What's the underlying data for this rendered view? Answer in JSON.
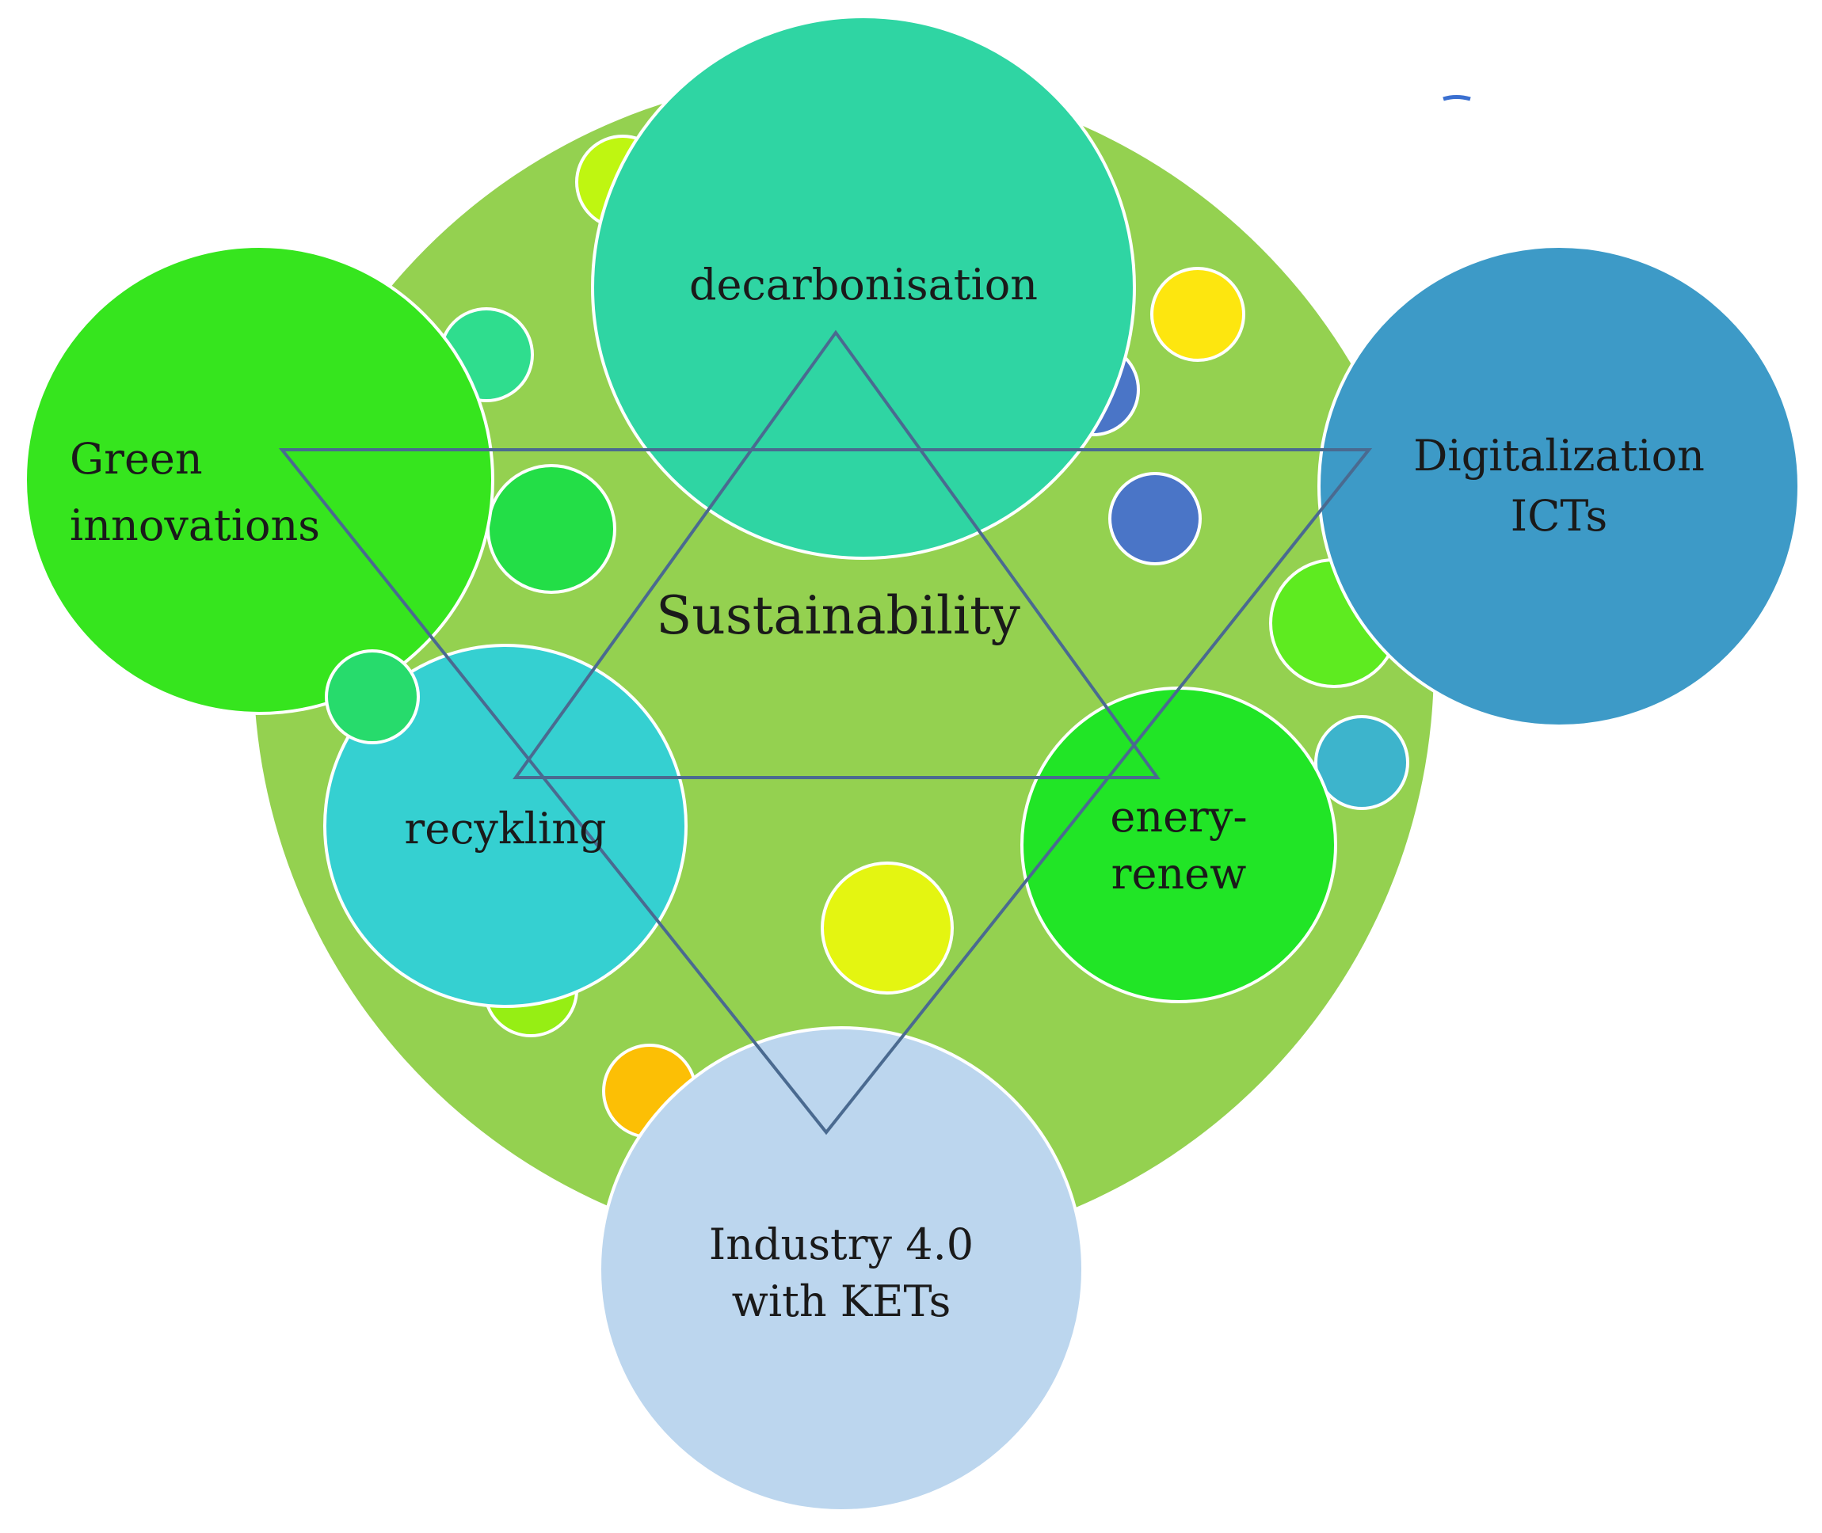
{
  "diagram": {
    "center_label": "Sustainability",
    "nodes": {
      "decarbonisation": {
        "label": "decarbonisation"
      },
      "green_innovations": {
        "line1": "Green",
        "line2": "innovations"
      },
      "digitalization": {
        "line1": "Digitalization",
        "line2": "ICTs"
      },
      "recykling": {
        "label": "recykling"
      },
      "energy_renew": {
        "line1": "enery-",
        "line2": "renew"
      },
      "industry": {
        "line1": "Industry 4.0",
        "line2": "with KETs"
      }
    }
  },
  "colors": {
    "background_circle": "#94d150",
    "decarbonisation": "#2fd5a3",
    "green_innovations": "#36e51e",
    "digitalization": "#3d9ac7",
    "recykling": "#35d0d1",
    "energy_renew": "#21e526",
    "industry": "#bcd6ee",
    "star_lines": "#4a6a90"
  }
}
